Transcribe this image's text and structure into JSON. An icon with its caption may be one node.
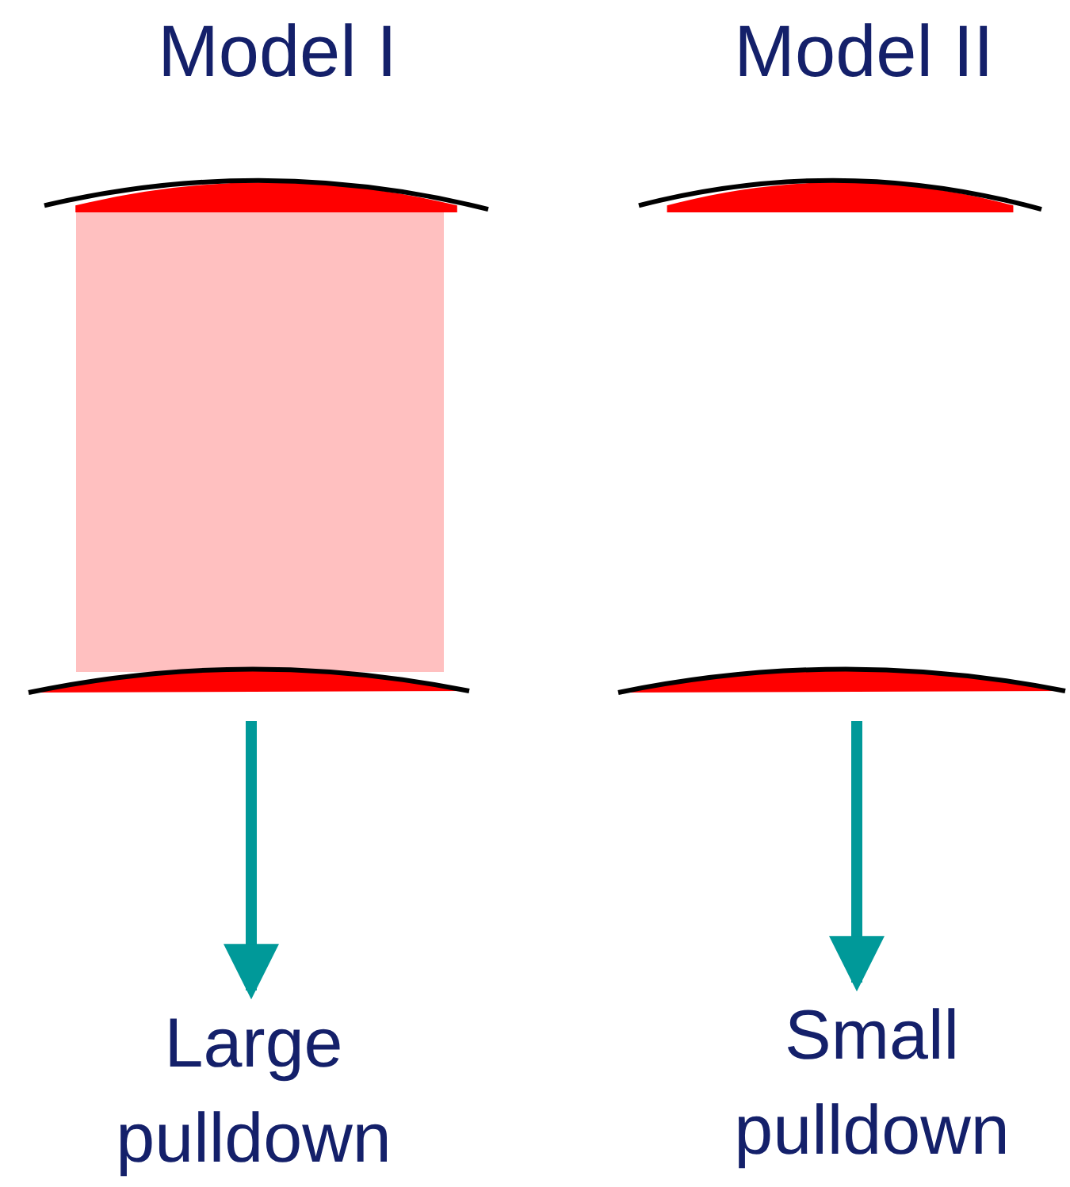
{
  "diagram": {
    "nodes": [
      {
        "text": [],
        "shape": "bar"
      },
      {
        "text": [],
        "shape": "box"
      },
      {
        "text": [],
        "shape": "bar"
      },
      {
        "text": [
          "Large pulldown"
        ]
      },
      {
        "text": [],
        "shape": "bar"
      },
      {
        "text": [],
        "shape": "bar"
      },
      {
        "text": [
          "Small pulldown"
        ]
      }
    ],
    "edges": [
      {
        "from": 2,
        "to": 3,
        "arrow": "to",
        "color": "#009999"
      },
      {
        "from": 5,
        "to": 6,
        "arrow": "to",
        "color": "#009999"
      }
    ],
    "labels": [
      "Model I",
      "Model II"
    ]
  }
}
